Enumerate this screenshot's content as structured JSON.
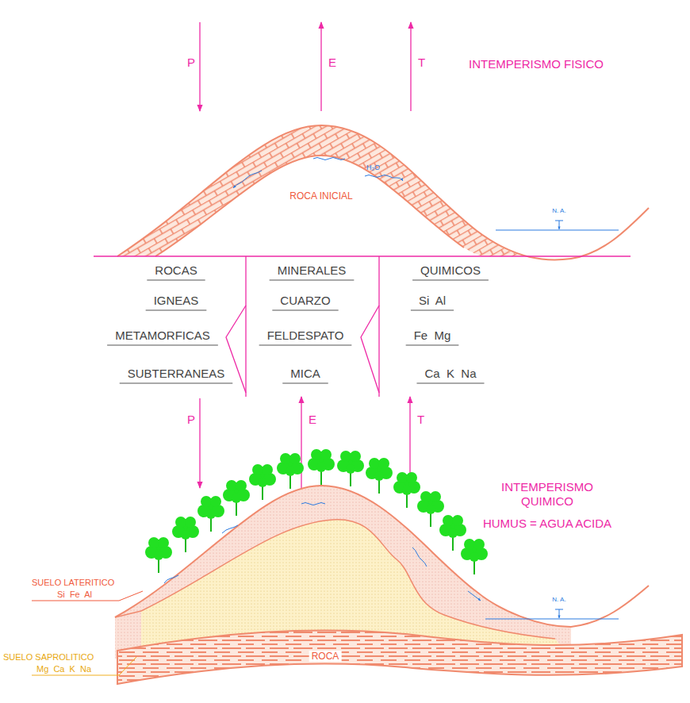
{
  "diagram": {
    "labels": [
      "P",
      "E",
      "T",
      "INTEMPERISMO FISICO",
      "ROCA INICIAL",
      "H₂O",
      "N. A.",
      "ROCAS",
      "MINERALES",
      "QUIMICOS",
      "IGNEAS",
      "CUARZO",
      "Si  Al",
      "METAMORFICAS",
      "FELDESPATO",
      "Fe  Mg",
      "SUBTERRANEAS",
      "MICA",
      "Ca  K  Na",
      "P",
      "E",
      "T",
      "INTEMPERISMO QUIMICO",
      "HUMUS = AGUA ACIDA",
      "SUELO LATERITICO",
      "Si  Fe  Al",
      "SUELO SAPROLITICO",
      "Mg  Ca  K  Na",
      "ROCA",
      "N. A."
    ]
  }
}
